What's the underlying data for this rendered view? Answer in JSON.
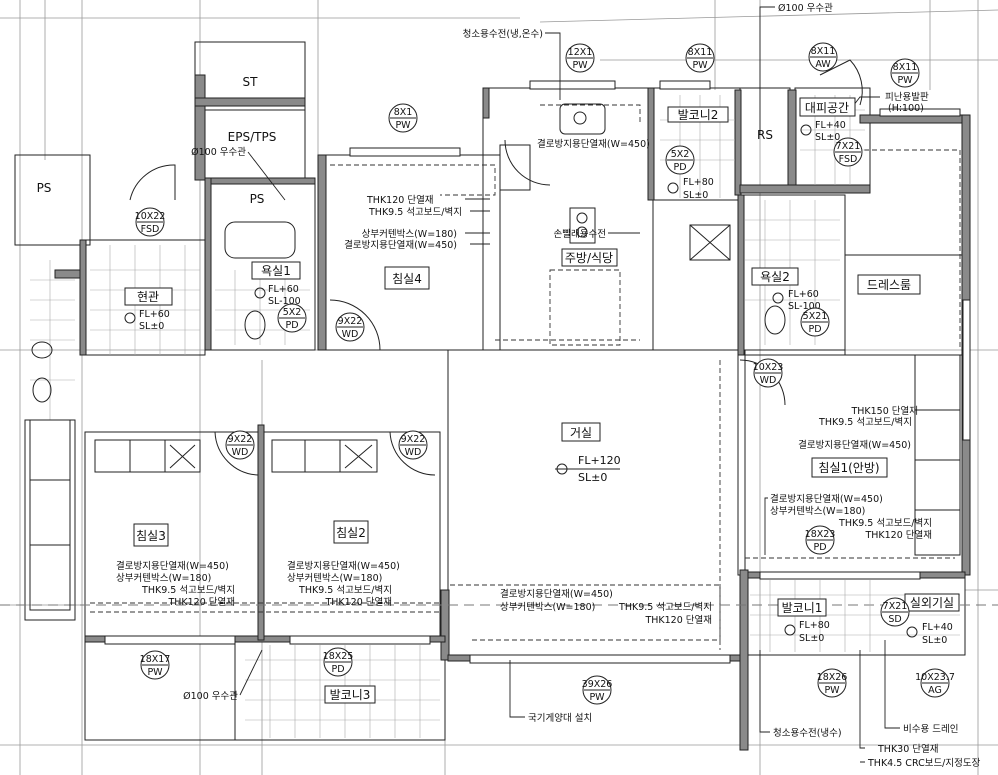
{
  "rooms": {
    "st": "ST",
    "eps": "EPS/TPS",
    "ps_left": "PS",
    "ps_bath": "PS",
    "rs": "RS",
    "bath1": "욕실1",
    "entrance": "현관",
    "bedroom4": "침실4",
    "kitchen": "주방/식당",
    "balcony2": "발코니2",
    "evac": "대피공간",
    "bath2": "욕실2",
    "dressroom": "드레스룸",
    "living": "거실",
    "bedroom1": "침실1(안방)",
    "bedroom3": "침실3",
    "bedroom2": "침실2",
    "balcony1": "발코니1",
    "outdoor_unit": "실외기실",
    "balcony3": "발코니3"
  },
  "levels": {
    "bath1": [
      "FL+60",
      "SL-100"
    ],
    "entrance": [
      "FL+60",
      "SL±0"
    ],
    "balcony2": [
      "FL+80",
      "SL±0"
    ],
    "evac": [
      "FL+40",
      "SL±0"
    ],
    "bath2": [
      "FL+60",
      "SL-100"
    ],
    "living": [
      "FL+120",
      "SL±0"
    ],
    "balcony1": [
      "FL+80",
      "SL±0"
    ],
    "outdoor_unit": [
      "FL+40",
      "SL±0"
    ]
  },
  "door_tags": [
    {
      "size": "12X1",
      "type": "PW"
    },
    {
      "size": "8X11",
      "type": "PW"
    },
    {
      "size": "8X11",
      "type": "AW"
    },
    {
      "size": "8X11",
      "type": "PW"
    },
    {
      "size": "8X1",
      "type": "PW"
    },
    {
      "size": "10X22",
      "type": "FSD"
    },
    {
      "size": "7X21",
      "type": "FSD"
    },
    {
      "size": "5X2",
      "type": "PD"
    },
    {
      "size": "5X2",
      "type": "PD"
    },
    {
      "size": "9X22",
      "type": "WD"
    },
    {
      "size": "5X21",
      "type": "PD"
    },
    {
      "size": "10X23",
      "type": "WD"
    },
    {
      "size": "9X22",
      "type": "WD"
    },
    {
      "size": "9X22",
      "type": "WD"
    },
    {
      "size": "18X23",
      "type": "PD"
    },
    {
      "size": "7X21",
      "type": "SD"
    },
    {
      "size": "18X17",
      "type": "PW"
    },
    {
      "size": "18X25",
      "type": "PD"
    },
    {
      "size": "39X26",
      "type": "PW"
    },
    {
      "size": "18X26",
      "type": "PW"
    },
    {
      "size": "10X23.7",
      "type": "AG"
    }
  ],
  "notes": {
    "rain_pipe_top": "Ø100 우수관",
    "rain_pipe_eps": "Ø100 우수관",
    "rain_pipe_balcony3": "Ø100 우수관",
    "faucet_hot_cold": "청소용수전(냉,온수)",
    "evac_footboard": "피난용발판",
    "evac_footboard_h": "(H:100)",
    "kitchen_insul": "결로방지용단열재(W=450)",
    "laundry_faucet": "손빨래용수전",
    "bed4_thk120": "THK120 단열재",
    "bed4_gypsum": "THK9.5 석고보드/벽지",
    "bed4_curtain": "상부커텐박스(W=180)",
    "bed4_insul": "결로방지용단열재(W=450)",
    "bed1_thk150": "THK150 단열재",
    "bed1_gypsum": "THK9.5 석고보드/벽지",
    "bed1_insul": "결로방지용단열재(W=450)",
    "bed1_insul2": "결로방지용단열재(W=450)",
    "bed1_curtain": "상부커텐박스(W=180)",
    "bed1_gypsum2": "THK9.5 석고보드/벽지",
    "bed1_thk120": "THK120 단열재",
    "bed3_insul": "결로방지용단열재(W=450)",
    "bed3_curtain": "상부커텐박스(W=180)",
    "bed3_gypsum": "THK9.5 석고보드/벽지",
    "bed3_thk120": "THK120 단열재",
    "bed2_insul": "결로방지용단열재(W=450)",
    "bed2_curtain": "상부커텐박스(W=180)",
    "bed2_gypsum": "THK9.5 석고보드/벽지",
    "bed2_thk120": "THK120 단열재",
    "living_insul": "결로방지용단열재(W=450)",
    "living_curtain": "상부커텐박스(W=180)",
    "living_gypsum": "THK9.5 석고보드/벽지",
    "living_thk120": "THK120 단열재",
    "flagpole": "국기게양대 설치",
    "faucet_cold": "청소용수전(냉수)",
    "drain": "비수용 드레인",
    "thk30": "THK30 단열재",
    "crc_board": "THK4.5 CRC보드/지정도장"
  }
}
